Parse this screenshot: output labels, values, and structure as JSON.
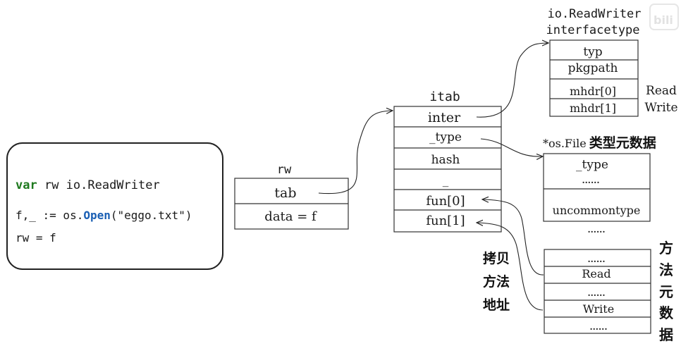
{
  "code": {
    "line1": {
      "keyword": "var",
      "rest": " rw io.ReadWriter"
    },
    "line2": {
      "prefix": "f,_ := os.",
      "func": "Open",
      "suffix": "(\"eggo.txt\")"
    },
    "line3": "rw = f"
  },
  "rw": {
    "title": "rw",
    "tab": "tab",
    "data": "data = f"
  },
  "itab": {
    "title": "itab",
    "fields": [
      "inter",
      "_type",
      "hash",
      "_",
      "fun[0]",
      "fun[1]"
    ]
  },
  "interfacetype": {
    "title1": "io.ReadWriter",
    "title2": "interfacetype",
    "fields": [
      "typ",
      "pkgpath",
      "mhdr[0]",
      "mhdr[1]"
    ],
    "method_labels": [
      "Read",
      "Write"
    ]
  },
  "filetype": {
    "title_prefix": "*os.File",
    "title_suffix": "类型元数据",
    "fields": [
      "_type",
      "......",
      "uncommontype"
    ],
    "after": "......"
  },
  "methods": {
    "fields": [
      "......",
      "Read",
      "......",
      "Write",
      "......"
    ],
    "side_label": [
      "方",
      "法",
      "元",
      "数",
      "据"
    ]
  },
  "copy_label": [
    "拷贝",
    "方法",
    "地址"
  ],
  "colors": {
    "keyword": "#1f7a1f",
    "func": "#1a5fb4",
    "line": "#333333"
  },
  "watermark_icon": "bilibili-logo"
}
